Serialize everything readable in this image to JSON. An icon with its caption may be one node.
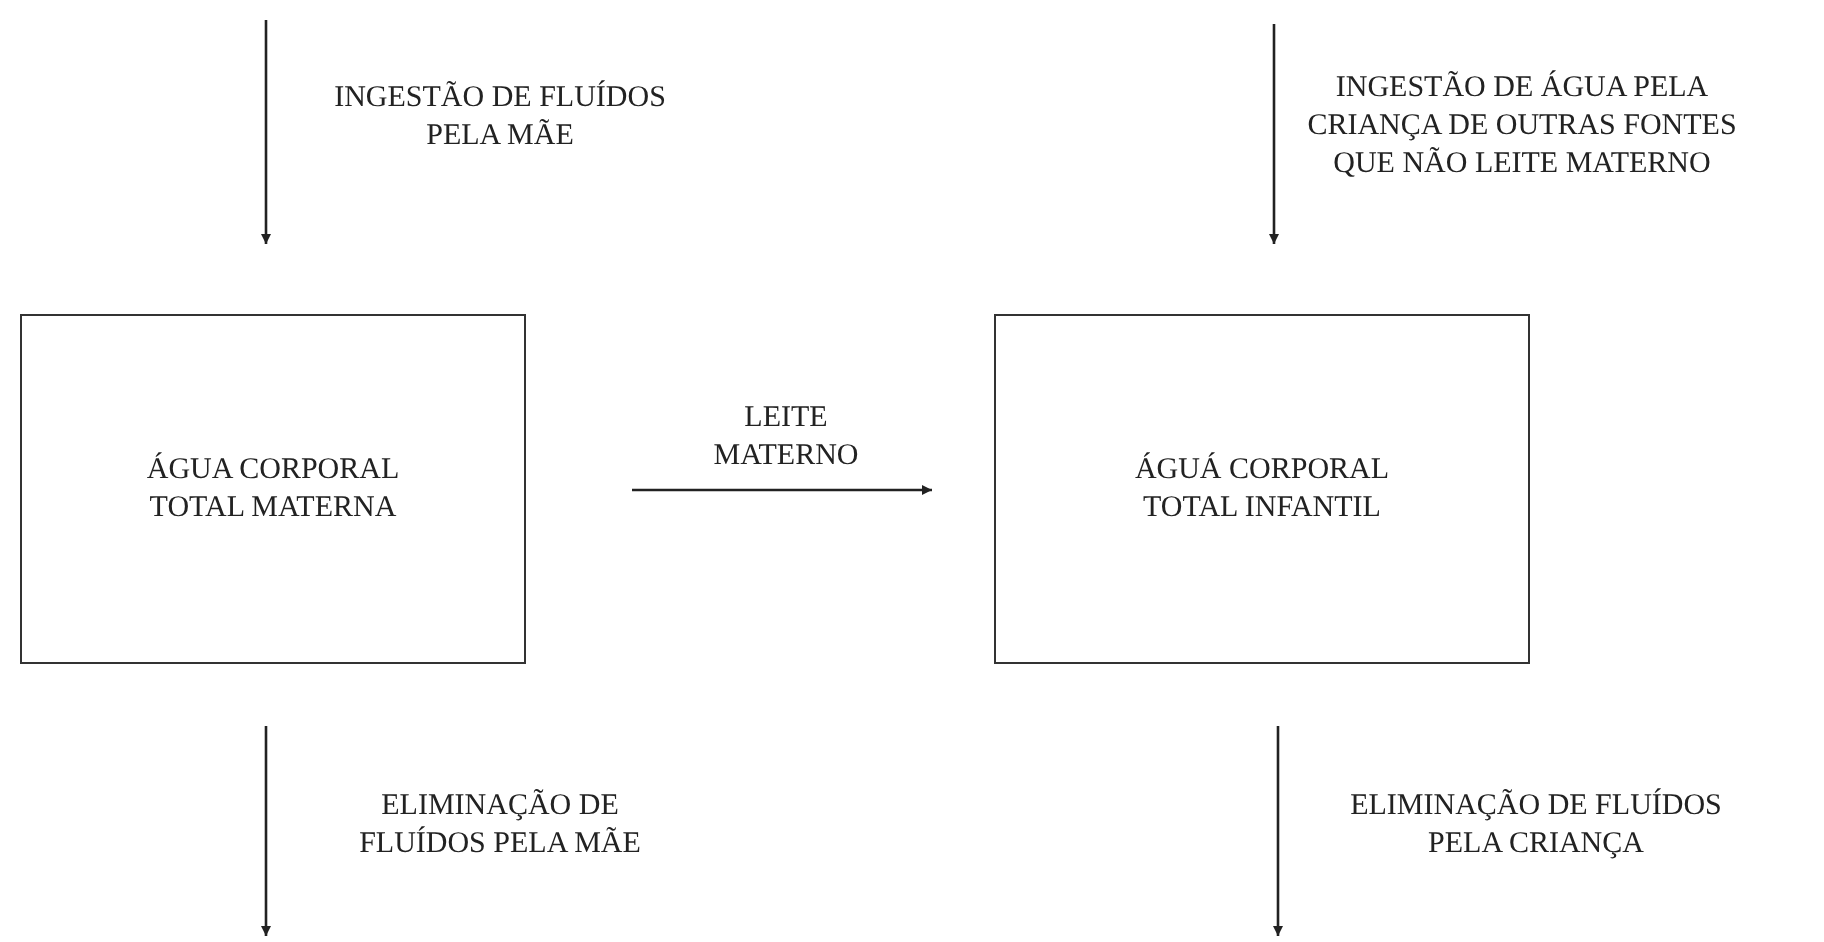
{
  "diagram": {
    "nodes": [
      {
        "text": [
          "ÁGUA CORPORAL TOTAL MATERNA"
        ]
      },
      {
        "text": [
          "ÁGUÁ CORPORAL TOTAL INFANTIL"
        ]
      }
    ],
    "edges": [
      {
        "from": null,
        "to": 0,
        "arrow": "to",
        "label": "INGESTÃO DE FLUÍDOS PELA MÃE"
      },
      {
        "from": null,
        "to": 1,
        "arrow": "to",
        "label": "INGESTÃO DE ÁGUA PELA CRIANÇA DE OUTRAS FONTES QUE NÃO LEITE MATERNO"
      },
      {
        "from": 0,
        "to": 1,
        "arrow": "to",
        "label": "LEITE MATERNO"
      },
      {
        "from": 0,
        "to": null,
        "arrow": "to",
        "label": "ELIMINAÇÃO DE FLUÍDOS PELA MÃE"
      },
      {
        "from": 1,
        "to": null,
        "arrow": "to",
        "label": "ELIMINAÇÃO DE FLUÍDOS PELA CRIANÇA"
      }
    ]
  }
}
